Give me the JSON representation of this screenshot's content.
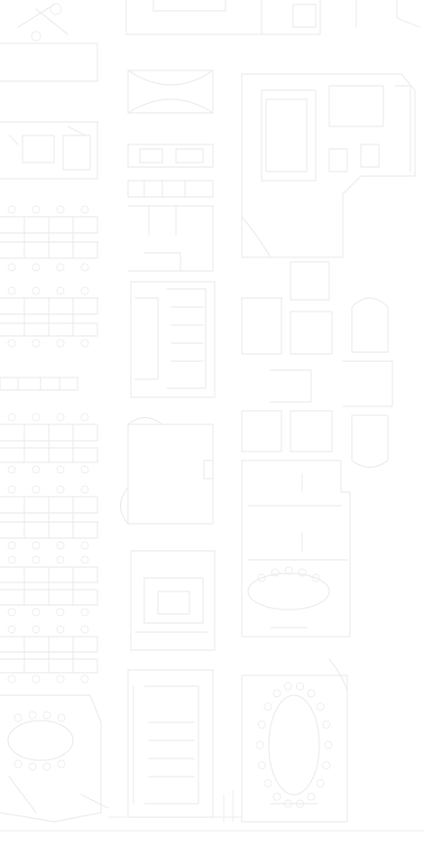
{
  "drawing": {
    "line_color": "#e9ecef",
    "background_color": "#ffffff",
    "style": "faint architectural office floor plan, line work only, no visible text"
  },
  "icons": {
    "chair": "small-circle-chair",
    "door": "door-swing-arc",
    "table": "rectangular-desk",
    "conference": "oval-conference-table"
  }
}
